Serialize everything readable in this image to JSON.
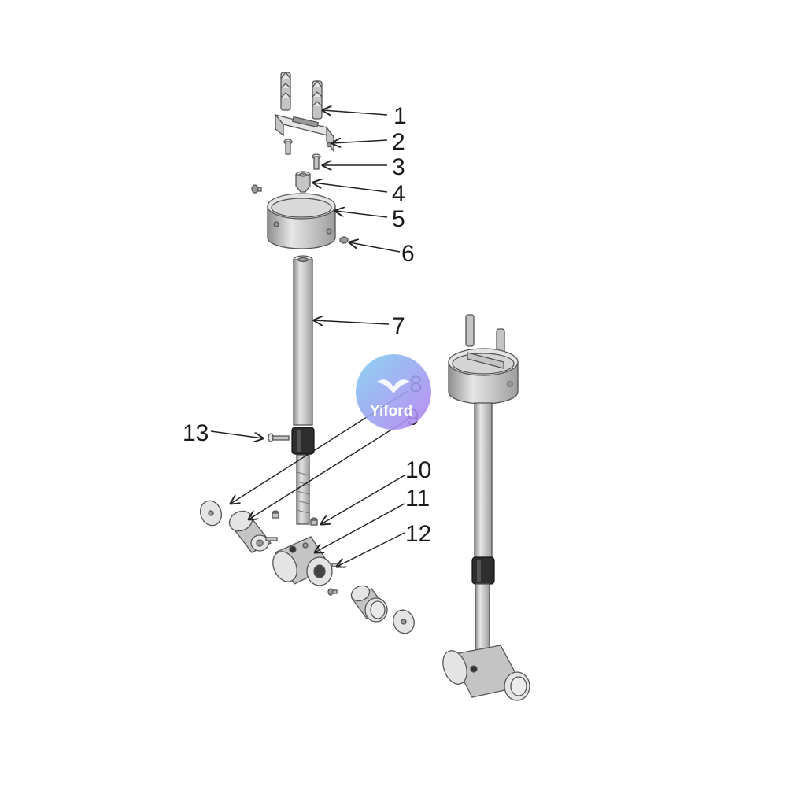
{
  "callouts": [
    {
      "number": "1"
    },
    {
      "number": "2"
    },
    {
      "number": "3"
    },
    {
      "number": "4"
    },
    {
      "number": "5"
    },
    {
      "number": "6"
    },
    {
      "number": "7"
    },
    {
      "number": "8"
    },
    {
      "number": "9"
    },
    {
      "number": "10"
    },
    {
      "number": "11"
    },
    {
      "number": "12"
    },
    {
      "number": "13"
    }
  ],
  "watermark": {
    "text": "Yiford",
    "colors": {
      "start": "#7fd0f2",
      "end": "#b87ff0"
    }
  },
  "colors": {
    "metal": "#c4c4c4",
    "metal_dark": "#9a9a9a",
    "rubber": "#2e2e2e",
    "lines": "#222222"
  }
}
